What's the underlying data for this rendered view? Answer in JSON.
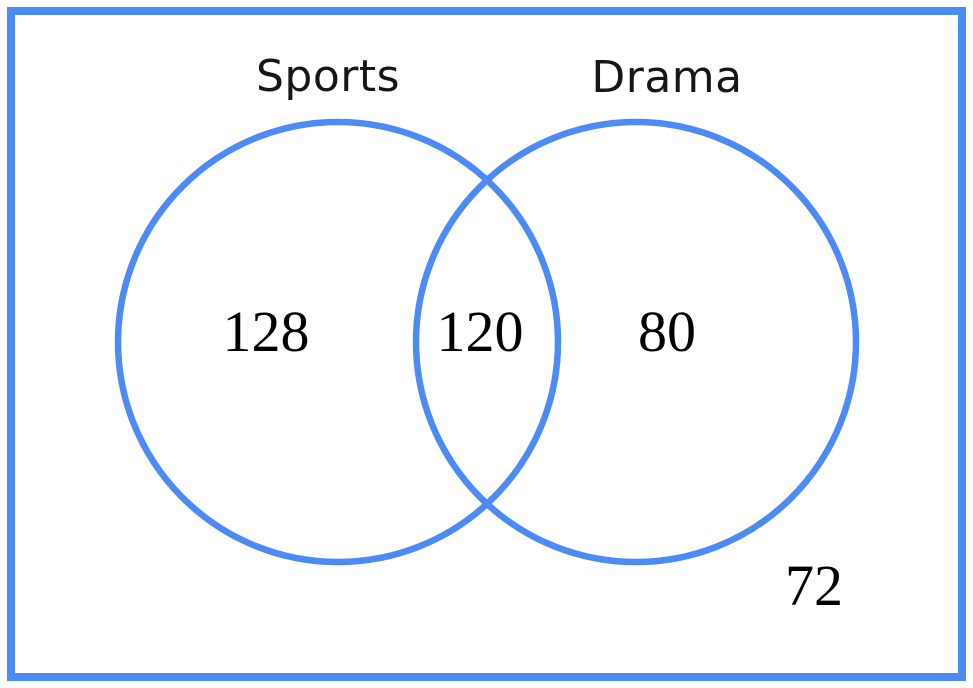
{
  "diagram": {
    "type": "venn-2-set",
    "accent_color": "#4c8bf5",
    "text_color": "#161616",
    "value_color": "#000000",
    "sets": [
      {
        "label": "Sports",
        "only_value": "128"
      },
      {
        "label": "Drama",
        "only_value": "80"
      }
    ],
    "intersection_value": "120",
    "outside_value": "72"
  },
  "chart_data": {
    "type": "venn",
    "sets": [
      "Sports",
      "Drama"
    ],
    "regions": {
      "Sports_only": 128,
      "Sports_and_Drama": 120,
      "Drama_only": 80,
      "neither": 72
    },
    "labels_position": "above circles",
    "outline_color": "#4c8bf5",
    "background": "#ffffff"
  }
}
